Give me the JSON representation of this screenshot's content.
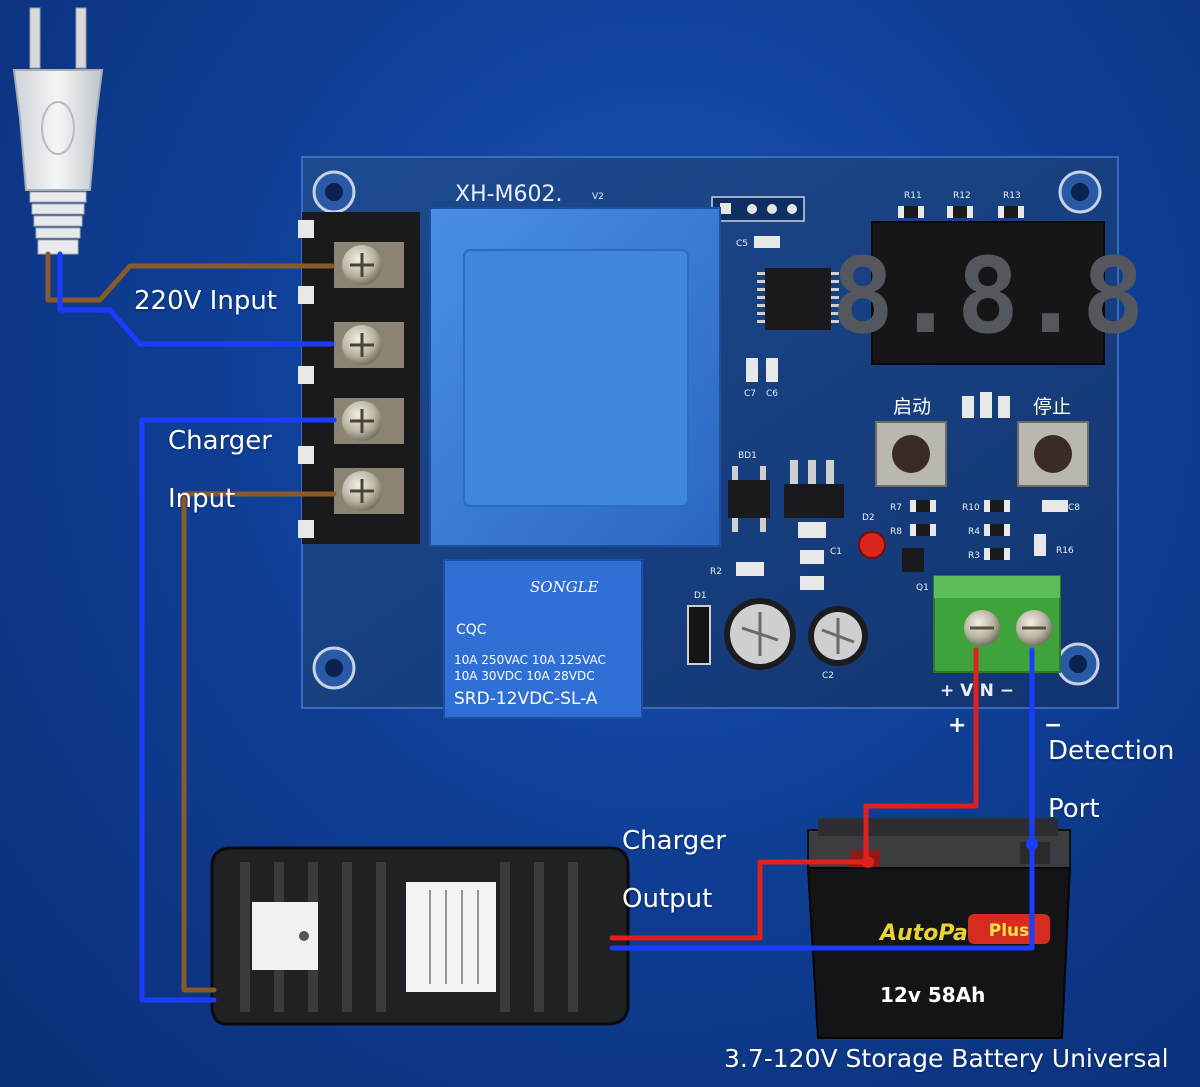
{
  "labels": {
    "input_220v": "220V Input",
    "charger_input_1": "Charger",
    "charger_input_2": "Input",
    "charger_output_1": "Charger",
    "charger_output_2": "Output",
    "detection_1": "Detection",
    "detection_2": "Port",
    "battery_caption": "3.7-120V Storage Battery Universal"
  },
  "board": {
    "model": "XH-M602.",
    "version": "V2",
    "display": "8.8.8",
    "start_label": "启动",
    "stop_label": "停止",
    "vin_label": "+ VIN −",
    "plus_sign": "+",
    "minus_sign": "−",
    "resistors": [
      "R11",
      "R12",
      "R13",
      "R7",
      "R8",
      "R10",
      "R4",
      "R3",
      "R16",
      "R2"
    ],
    "caps": [
      "C5",
      "C7",
      "C6",
      "C8",
      "C1",
      "C2"
    ],
    "diodes": [
      "D2",
      "D1",
      "BD1",
      "Q1"
    ]
  },
  "relay": {
    "brand": "SONGLE",
    "cert": "CQC",
    "line1": "10A 250VAC  10A 125VAC",
    "line2": "10A  30VDC  10A  28VDC",
    "model": "SRD-12VDC-SL-A"
  },
  "battery": {
    "brand": "AutoPart",
    "badge": "Plus",
    "spec": "12v 58Ah"
  },
  "colors": {
    "background": "#0f3f96",
    "pcb": "#17407f",
    "wire_brown": "#8a5a2b",
    "wire_blue": "#1a3dff",
    "wire_red": "#e0201c",
    "display_segment": "#c9ccd6",
    "relay_blue": "#2f6fd6",
    "terminal_green": "#3fa33c"
  }
}
